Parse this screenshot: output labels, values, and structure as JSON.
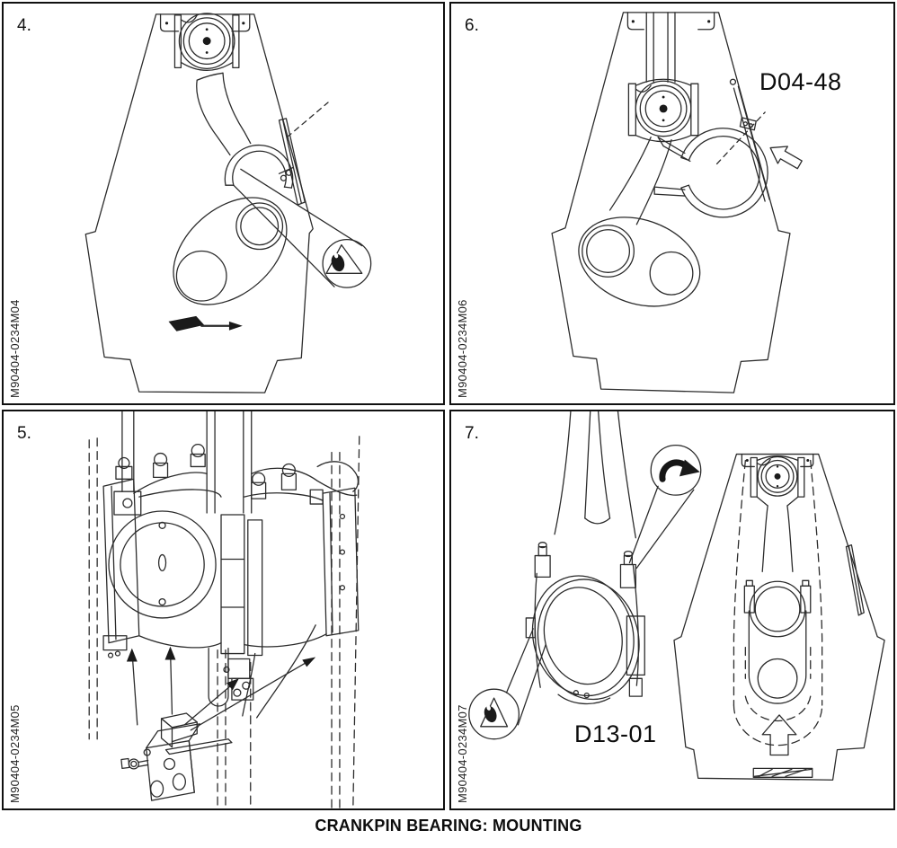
{
  "page": {
    "caption": "CRANKPIN BEARING: MOUNTING",
    "colors": {
      "background": "#ffffff",
      "line": "#2b2b2b",
      "border": "#101010",
      "text": "#0d0d0d"
    }
  },
  "panels": [
    {
      "position": "top-left",
      "number": "4.",
      "figure_id": "M90404-0234M04",
      "callout": "",
      "icons": [
        "eye-inspection-icon",
        "direction-arrow-icon"
      ]
    },
    {
      "position": "top-right",
      "number": "6.",
      "figure_id": "M90404-0234M06",
      "callout": "D04-48",
      "icons": [
        "block-arrow-icon"
      ]
    },
    {
      "position": "bottom-left",
      "number": "5.",
      "figure_id": "M90404-0234M05",
      "callout": "",
      "icons": [
        "pointer-arrow-icon"
      ]
    },
    {
      "position": "bottom-right",
      "number": "7.",
      "figure_id": "M90404-0234M07",
      "callout": "D13-01",
      "icons": [
        "rotate-clockwise-icon",
        "eye-inspection-icon",
        "up-arrow-icon"
      ]
    }
  ]
}
